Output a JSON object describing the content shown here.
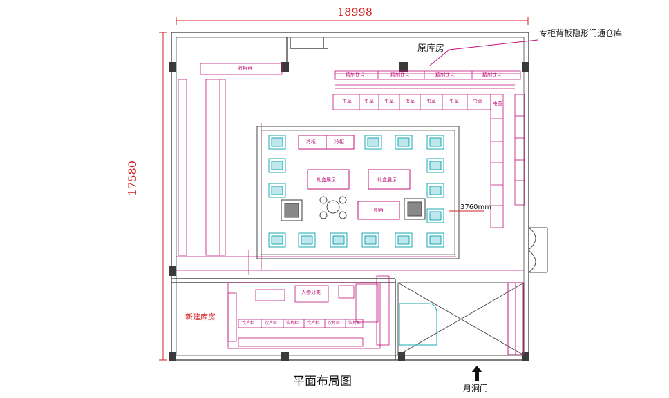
{
  "title": "平面布局图",
  "dimensions": {
    "width_total": "18998",
    "height_total": "17580",
    "span_mm": "3760mm"
  },
  "annotations": {
    "storage_door_note": "专柜背板隐形门通仓库",
    "original_storeroom": "原库房",
    "new_storeroom": "新建库房",
    "entrance": "月洞门"
  },
  "fixtures": {
    "cashier": "收银台",
    "refined_tablets": [
      "精制饮片",
      "精制饮片",
      "精制饮片",
      "精制饮片"
    ],
    "cordyceps": [
      "虫草",
      "虫草",
      "虫草",
      "虫草",
      "虫草",
      "虫草",
      "虫草",
      "虫草"
    ],
    "cold_storage": [
      "冷柜",
      "冷柜"
    ],
    "gift_display": [
      "礼盒展示",
      "礼盒展示"
    ],
    "bar": "吧台",
    "ginseng": "人参分类",
    "tonic_drinks": [
      "饮片柜",
      "饮片柜",
      "饮片柜",
      "饮片柜",
      "饮片柜",
      "饮片柜"
    ]
  },
  "colors": {
    "wall": "#4a4a4a",
    "column": "#3a3a3a",
    "fixture": "#c0147c",
    "dimension": "#d42020",
    "seat": "#17a9b6"
  }
}
